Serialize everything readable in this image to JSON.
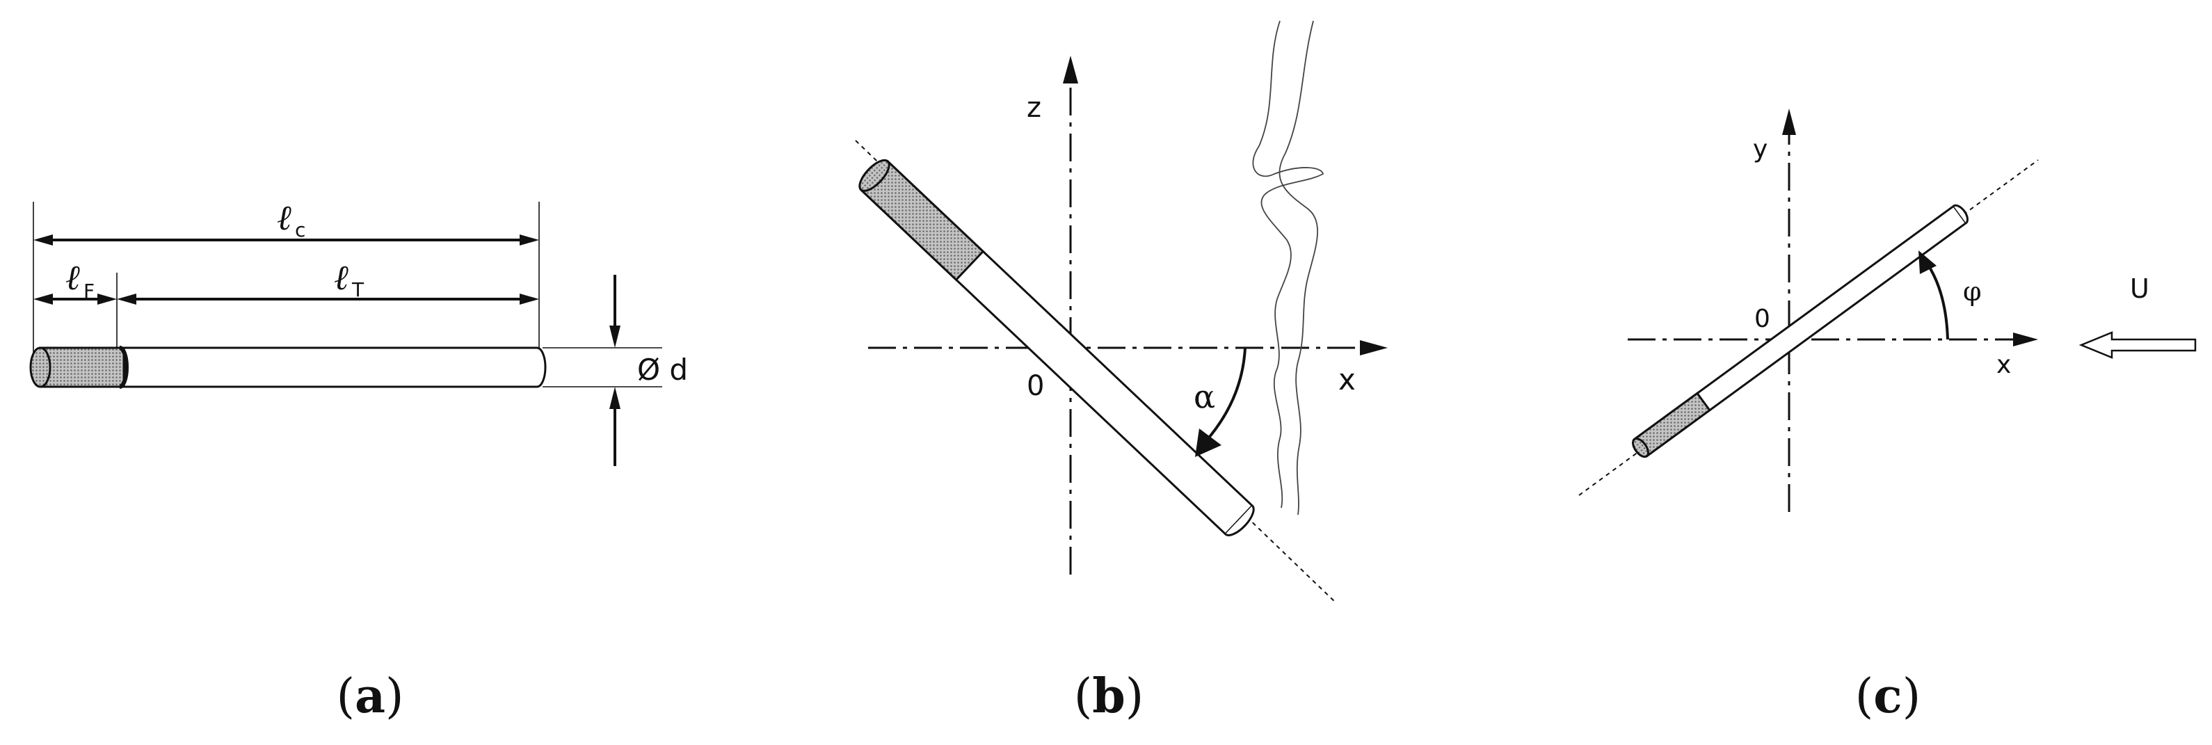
{
  "panel_a": {
    "label_lc": "ℓ",
    "label_lc_sub": "c",
    "label_lf": "ℓ",
    "label_lf_sub": "F",
    "label_lt": "ℓ",
    "label_lt_sub": "T",
    "label_diameter": "Ø d",
    "caption_open": "(",
    "caption_letter": "a",
    "caption_close": ")"
  },
  "panel_b": {
    "axis_z": "z",
    "axis_x": "x",
    "origin": "0",
    "angle": "α",
    "caption_open": "(",
    "caption_letter": "b",
    "caption_close": ")"
  },
  "panel_c": {
    "axis_y": "y",
    "axis_x": "x",
    "origin": "0",
    "angle": "φ",
    "flow": "U",
    "caption_open": "(",
    "caption_letter": "c",
    "caption_close": ")"
  },
  "colors": {
    "ink": "#111111",
    "shade": "#a8a8a8"
  }
}
